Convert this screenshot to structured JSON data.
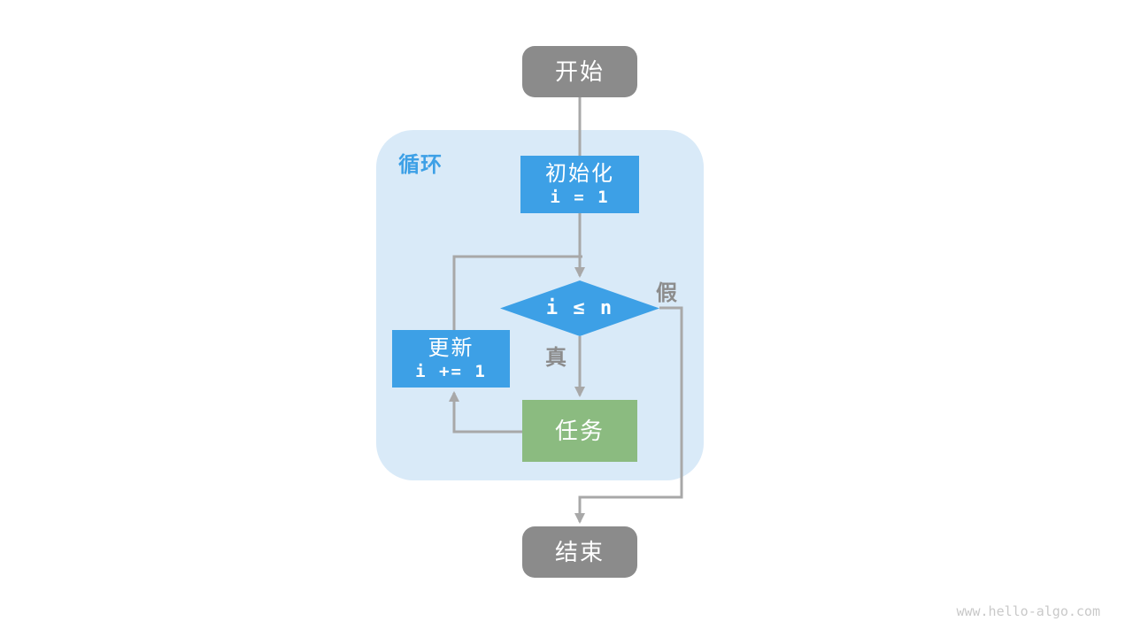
{
  "diagram": {
    "loop_container_label": "循环",
    "nodes": {
      "start": "开始",
      "init_title": "初始化",
      "init_code": "i = 1",
      "condition": "i ≤ n",
      "update_title": "更新",
      "update_code": "i += 1",
      "task": "任务",
      "end": "结束"
    },
    "edge_labels": {
      "true_branch": "真",
      "false_branch": "假"
    },
    "colors": {
      "terminal_gray": "#8b8b8b",
      "process_blue": "#3da0e6",
      "task_green": "#8bbb80",
      "loop_container_bg": "#d9eaf8",
      "loop_label_blue": "#3da0e6",
      "connector_gray": "#a8a8a8",
      "branch_label_gray": "#8c8c8c",
      "node_text": "#ffffff",
      "watermark_gray": "#c9c9c9"
    },
    "watermark": "www.hello-algo.com"
  }
}
